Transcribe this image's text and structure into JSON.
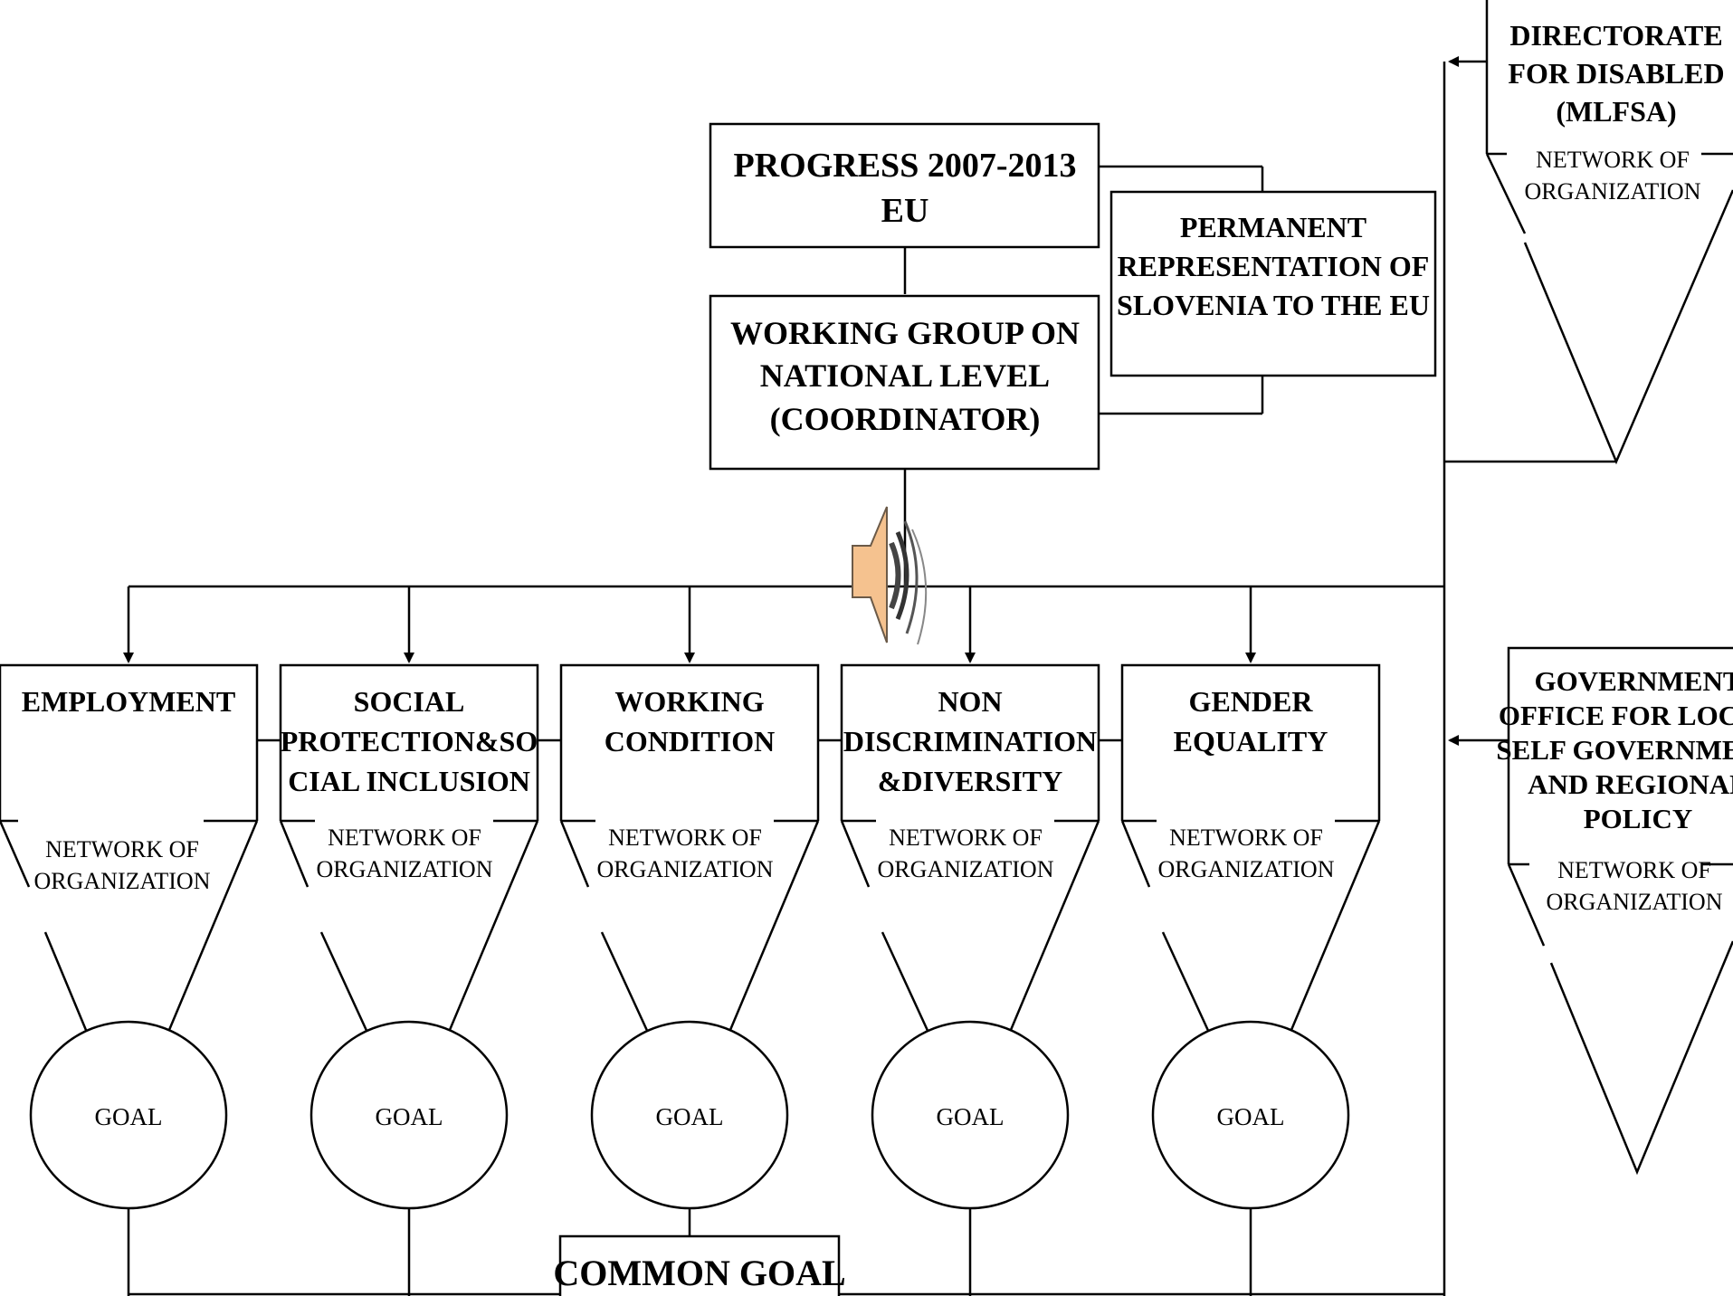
{
  "top": {
    "progress": [
      "PROGRESS 2007-2013",
      "EU"
    ],
    "working_group": [
      "WORKING GROUP ON",
      "NATIONAL LEVEL",
      "(COORDINATOR)"
    ],
    "permanent": [
      "PERMANENT",
      "REPRESENTATION OF",
      "SLOVENIA TO THE EU"
    ]
  },
  "directorate": {
    "title": [
      "DIRECTORATE",
      "FOR DISABLED",
      "(MLFSA)"
    ],
    "network": [
      "NETWORK OF",
      "ORGANIZATION"
    ]
  },
  "government": {
    "title": [
      "GOVERNMENT",
      "OFFICE FOR LOCAL",
      "SELF GOVERNMENT",
      "AND REGIONAL",
      "POLICY"
    ],
    "network": [
      "NETWORK OF",
      "ORGANIZATION"
    ]
  },
  "areas": [
    {
      "title": [
        "EMPLOYMENT"
      ],
      "network": [
        "NETWORK OF",
        "ORGANIZATION"
      ],
      "goal": "GOAL"
    },
    {
      "title": [
        "SOCIAL",
        "PROTECTION&SO",
        "CIAL INCLUSION"
      ],
      "network": [
        "NETWORK OF",
        "ORGANIZATION"
      ],
      "goal": "GOAL"
    },
    {
      "title": [
        "WORKING",
        "CONDITION"
      ],
      "network": [
        "NETWORK OF",
        "ORGANIZATION"
      ],
      "goal": "GOAL"
    },
    {
      "title": [
        "NON",
        "DISCRIMINATION",
        "&DIVERSITY"
      ],
      "network": [
        "NETWORK OF",
        "ORGANIZATION"
      ],
      "goal": "GOAL"
    },
    {
      "title": [
        "GENDER",
        "EQUALITY"
      ],
      "network": [
        "NETWORK OF",
        "ORGANIZATION"
      ],
      "goal": "GOAL"
    }
  ],
  "common_goal": "COMMON GOAL",
  "icons": {
    "speaker": "speaker-icon"
  }
}
